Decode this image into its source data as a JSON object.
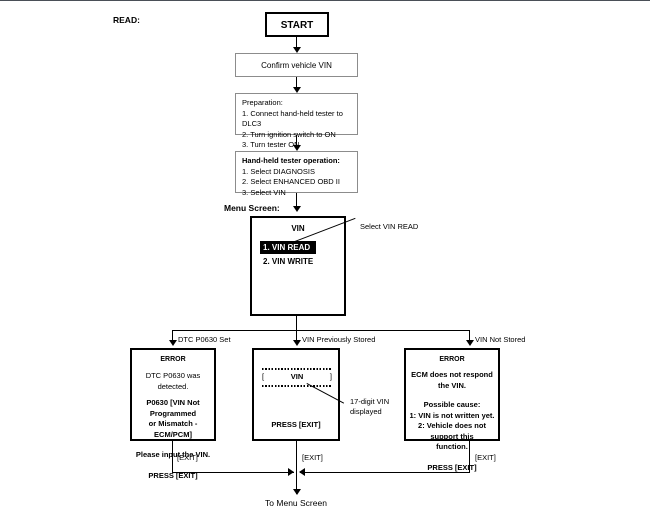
{
  "page": {
    "section_title": "READ:",
    "menu_screen_label": "Menu Screen:",
    "footer": "To Menu Screen"
  },
  "flow": {
    "start": "START",
    "confirm": "Confirm vehicle VIN",
    "preparation": {
      "heading": "Preparation:",
      "steps": [
        "1. Connect hand-held tester to DLC3",
        "2. Turn ignition switch to ON",
        "3. Turn tester ON"
      ]
    },
    "tester_operation": {
      "heading": "Hand-held tester operation:",
      "steps": [
        "1. Select DIAGNOSIS",
        "2. Select ENHANCED OBD II",
        "3. Select VIN"
      ]
    }
  },
  "menu_screen": {
    "title": "VIN",
    "items": [
      {
        "label": "1. VIN READ",
        "selected": true
      },
      {
        "label": "2. VIN WRITE",
        "selected": false
      }
    ],
    "annotation": "Select VIN READ"
  },
  "branches": [
    {
      "label": "DTC P0630 Set"
    },
    {
      "label": "VIN Previously Stored"
    },
    {
      "label": "VIN Not Stored"
    }
  ],
  "screens": {
    "error_dtc": {
      "title": "ERROR",
      "lines": [
        "DTC P0630 was detected.",
        "P0630  [VIN Not Programmed",
        "or Mismatch - ECM/PCM]",
        "Please input the VIN."
      ],
      "footer": "PRESS [EXIT]"
    },
    "vin_stored": {
      "title": "VIN",
      "bracket_left": "[",
      "bracket_right": "]",
      "footer": "PRESS [EXIT]",
      "annotation_line1": "17-digit VIN",
      "annotation_line2": "displayed"
    },
    "error_not_stored": {
      "title": "ERROR",
      "lines": [
        "ECM does not respond the VIN.",
        "Possible cause:",
        "1: VIN is not written yet.",
        "2: Vehicle does not support this",
        "function."
      ],
      "footer": "PRESS [EXIT]"
    }
  },
  "exit_labels": [
    "[EXIT]",
    "[EXIT]",
    "[EXIT]"
  ],
  "colors": {
    "ink": "#000000",
    "thin_border": "#8c8c8c",
    "page_border": "#4a4f57"
  }
}
